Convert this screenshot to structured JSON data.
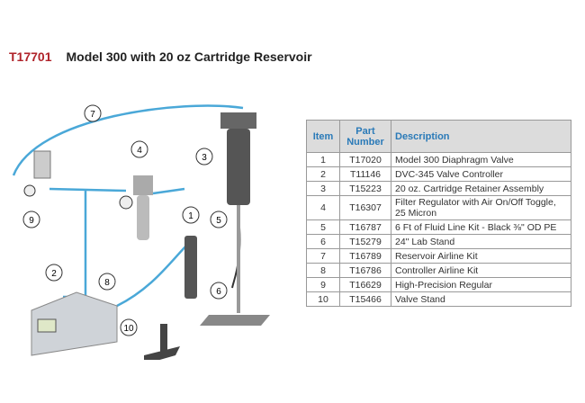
{
  "title": {
    "part_number": "T17701",
    "name": "Model 300 with 20 oz Cartridge Reservoir"
  },
  "callouts": [
    "1",
    "2",
    "3",
    "4",
    "5",
    "6",
    "7",
    "8",
    "9",
    "10"
  ],
  "table": {
    "headers": [
      "Item",
      "Part Number",
      "Description"
    ],
    "rows": [
      [
        "1",
        "T17020",
        "Model 300 Diaphragm Valve"
      ],
      [
        "2",
        "T11146",
        "DVC-345 Valve Controller"
      ],
      [
        "3",
        "T15223",
        "20 oz. Cartridge Retainer Assembly"
      ],
      [
        "4",
        "T16307",
        "Filter Regulator with Air On/Off Toggle, 25 Micron"
      ],
      [
        "5",
        "T16787",
        "6 Ft of Fluid Line Kit - Black ⅜\" OD PE"
      ],
      [
        "6",
        "T15279",
        "24\" Lab Stand"
      ],
      [
        "7",
        "T16789",
        "Reservoir Airline Kit"
      ],
      [
        "8",
        "T16786",
        "Controller Airline Kit"
      ],
      [
        "9",
        "T16629",
        "High-Precision Regular"
      ],
      [
        "10",
        "T15466",
        "Valve Stand"
      ]
    ]
  },
  "colors": {
    "accent": "#b0232a",
    "header_text": "#2a7ab8",
    "airline": "#4aa8d8"
  }
}
